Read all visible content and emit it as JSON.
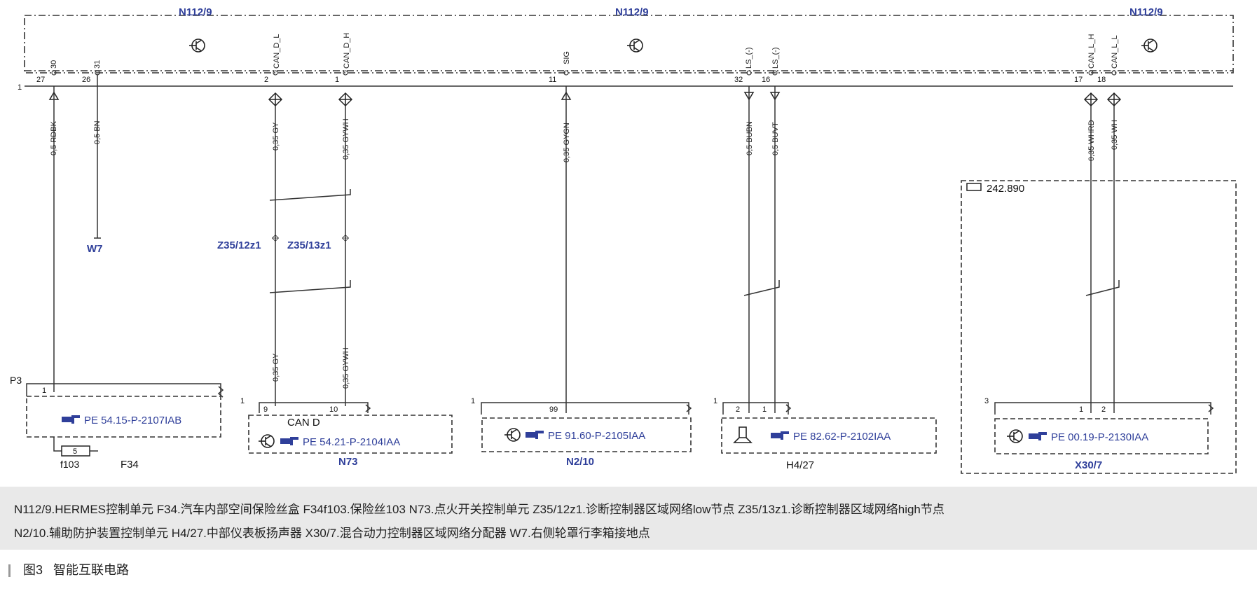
{
  "module": {
    "label": "N112/9"
  },
  "connector_number": "1",
  "pins": [
    {
      "num": "27",
      "sig": "30",
      "wire": "0,5 RDBK"
    },
    {
      "num": "26",
      "sig": "31",
      "wire": "0,5 BN"
    },
    {
      "num": "2",
      "sig": "CAN_D_L",
      "wire": "0,35 GY"
    },
    {
      "num": "1",
      "sig": "CAN_D_H",
      "wire": "0,35 GYWH"
    },
    {
      "num": "11",
      "sig": "SIG",
      "wire": "0,35 GYGN"
    },
    {
      "num": "32",
      "sig": "LS_(-)",
      "wire": "0,5 BUBN"
    },
    {
      "num": "16",
      "sig": "LS_(-)",
      "wire": "0,5 BUVT"
    },
    {
      "num": "17",
      "sig": "CAN_L_H",
      "wire": "0,35 WHRD"
    },
    {
      "num": "18",
      "sig": "CAN_L_L",
      "wire": "0,35 WH"
    }
  ],
  "lower_wires": {
    "gy": "0,35 GY",
    "gywh": "0,35 GYWH"
  },
  "ground": "W7",
  "splices": [
    "Z35/12z1",
    "Z35/13z1"
  ],
  "option_code": "242.890",
  "blocks": {
    "p3": {
      "label": "P3",
      "pin": "1",
      "pe": "PE 54.15-P-2107IAB",
      "fuse": "5",
      "fuse_name": "f103",
      "name": "F34"
    },
    "n73": {
      "conn": "1",
      "pin1": "9",
      "pin2": "10",
      "sub": "CAN D",
      "pe": "PE 54.21-P-2104IAA",
      "name": "N73"
    },
    "n210": {
      "conn": "1",
      "pin": "99",
      "pe": "PE 91.60-P-2105IAA",
      "name": "N2/10"
    },
    "h427": {
      "conn": "1",
      "pin1": "2",
      "pin2": "1",
      "pe": "PE 82.62-P-2102IAA",
      "name": "H4/27"
    },
    "x307": {
      "conn": "3",
      "pin1": "1",
      "pin2": "2",
      "pe": "PE 00.19-P-2130IAA",
      "name": "X30/7"
    }
  },
  "caption": {
    "line1": "N112/9.HERMES控制单元  F34.汽车内部空间保险丝盒  F34f103.保险丝103  N73.点火开关控制单元  Z35/12z1.诊断控制器区域网络low节点  Z35/13z1.诊断控制器区域网络high节点",
    "line2": "N2/10.辅助防护装置控制单元 H4/27.中部仪表板扬声器 X30/7.混合动力控制器区域网络分配器 W7.右侧轮罩行李箱接地点"
  },
  "figure": {
    "number": "图3",
    "title": "智能互联电路"
  }
}
